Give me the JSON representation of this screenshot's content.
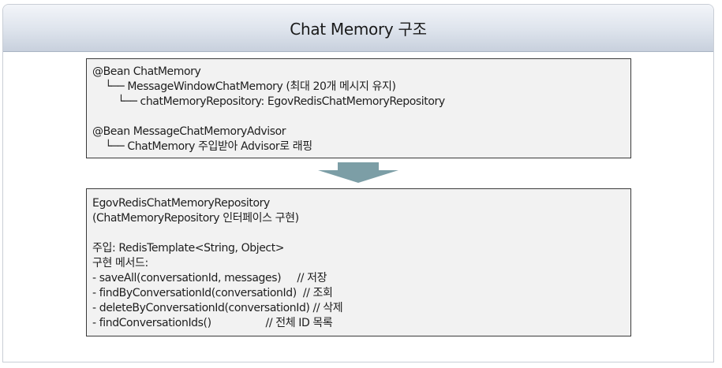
{
  "header": {
    "title": "Chat Memory 구조"
  },
  "top_box": {
    "lines": [
      "@Bean ChatMemory",
      "    └── MessageWindowChatMemory (최대 20개 메시지 유지)",
      "        └── chatMemoryRepository: EgovRedisChatMemoryRepository",
      "@Bean MessageChatMemoryAdvisor",
      "    └── ChatMemory 주입받아 Advisor로 래핑"
    ]
  },
  "arrow": {
    "color": "#7c9ea6",
    "icon": "down-arrow-icon"
  },
  "bottom_box": {
    "lines": [
      "EgovRedisChatMemoryRepository",
      "(ChatMemoryRepository 인터페이스 구현)",
      "주입: RedisTemplate<String, Object>",
      "구현 메서드:",
      "- saveAll(conversationId, messages)     // 저장",
      "- findByConversationId(conversationId)  // 조회",
      "- deleteByConversationId(conversationId) // 삭제",
      "- findConversationIds()                 // 전체 ID 목록"
    ]
  }
}
